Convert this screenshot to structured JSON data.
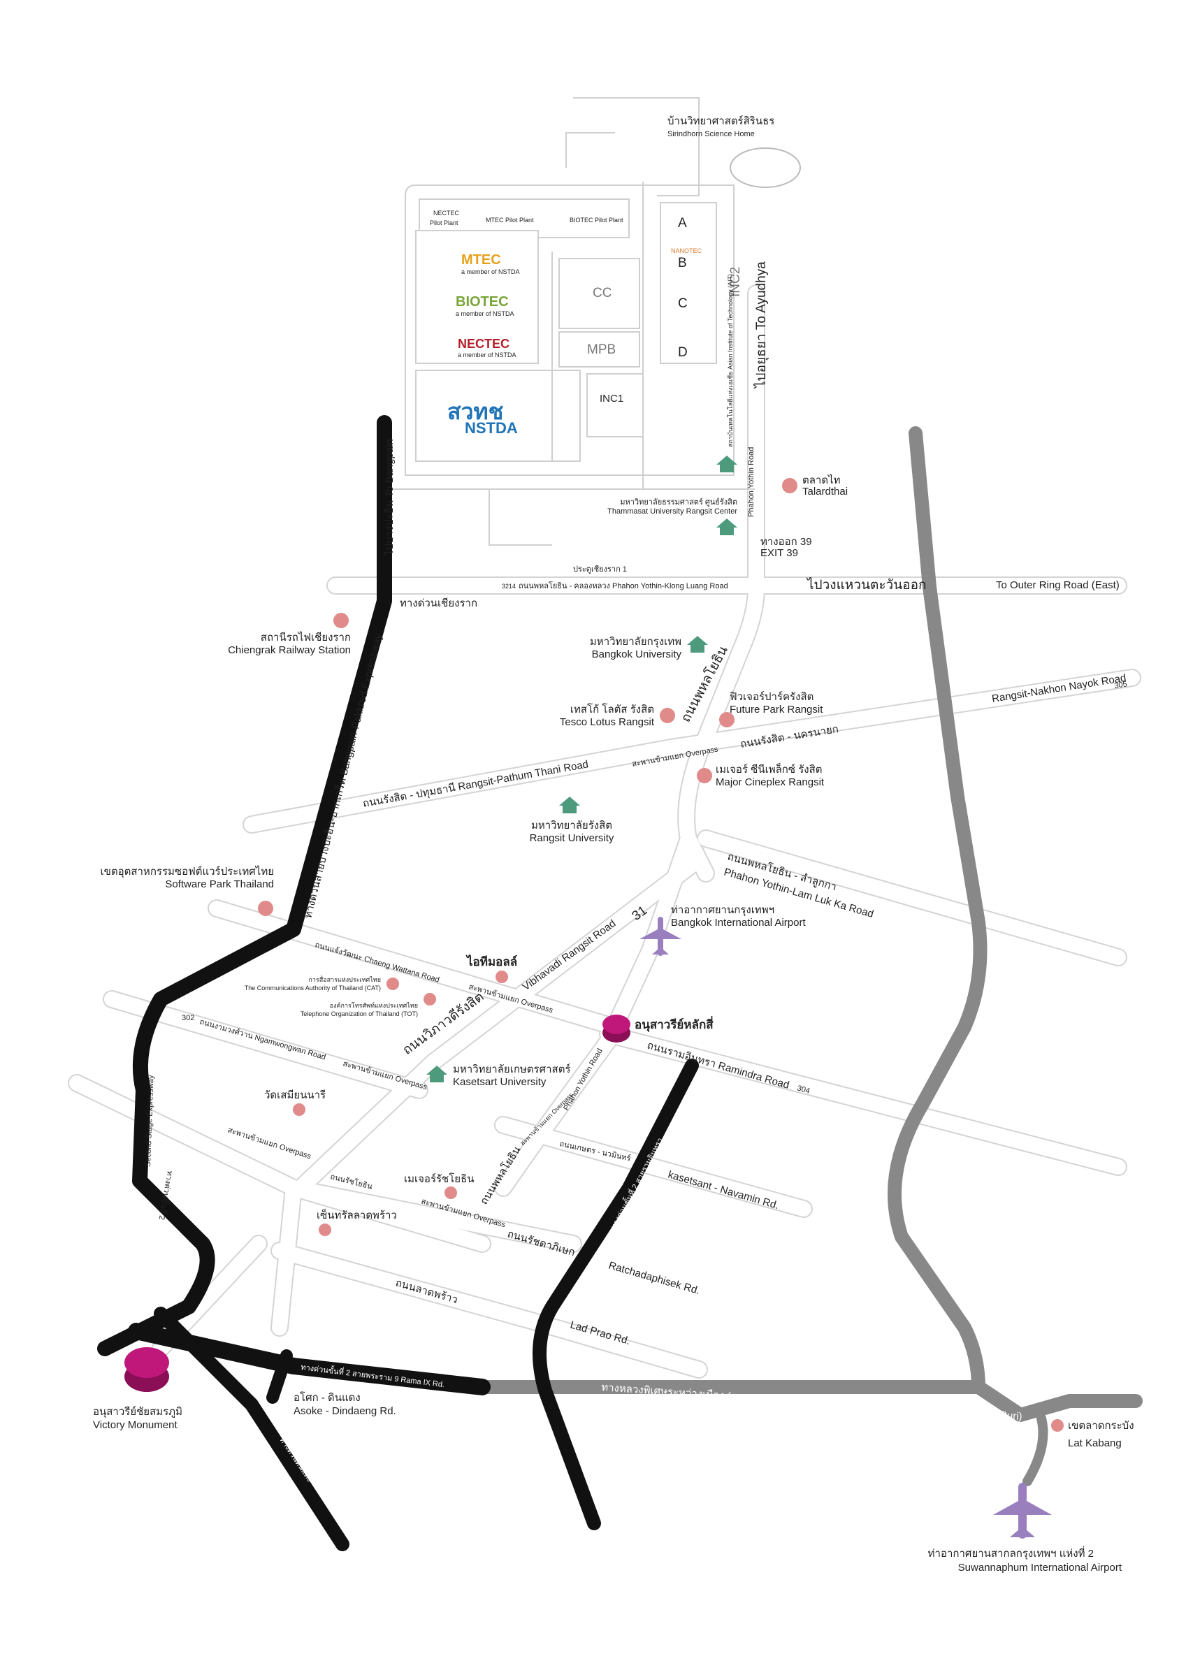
{
  "colors": {
    "expressway": "#111111",
    "motorway": "#888888",
    "minor_road": "#e9e9e9",
    "poi_dot": "#e08a8a",
    "university_icon": "#4e9a7c",
    "airport_icon": "#9a7fbf",
    "monument": "#c0177a",
    "mtec": "#e6a21d",
    "biotec": "#7aa53a",
    "nectec": "#b3202a",
    "nstda": "#1f73b7",
    "nanotec": "#e07a2a"
  },
  "campus": {
    "sirindhorn_th": "บ้านวิทยาศาสตร์สิรินธร",
    "sirindhorn_en": "Sirindhorn Science Home",
    "nectec_pilot_1": "NECTEC",
    "nectec_pilot_2": "Pilot Plant",
    "mtec_pilot": "MTEC Pilot Plant",
    "biotec_pilot": "BIOTEC Pilot Plant",
    "mtec_logo": "MTEC",
    "mtec_sub": "a member of NSTDA",
    "biotec_logo": "BIOTEC",
    "biotec_sub": "a member of NSTDA",
    "nectec_logo": "NECTEC",
    "nectec_sub": "a member of NSTDA",
    "nstda_th": "สวทช",
    "nstda_en": "NSTDA",
    "bldg_a": "A",
    "bldg_b": "B",
    "bldg_c": "C",
    "bldg_d": "D",
    "nanotec": "NANOTEC",
    "cc": "CC",
    "mpb": "MPB",
    "inc1": "INC1",
    "inc2": "INC2",
    "gate": "ประตูเชียงราก 1"
  },
  "roads": {
    "to_ayudhya": "ไปอยุธยา To Ayudhya",
    "phahon_yothin_vertical": "Phahon Yothin Road",
    "exit39_th": "ทางออก 39",
    "exit39_en": "EXIT 39",
    "road_3214_num": "3214",
    "road_3214": "ถนนพหลโยธิน - คลองหลวง Phahon Yothin-Klong Luang Road",
    "to_outer_ring_th": "ไปวงแหวนตะวันออก",
    "to_outer_ring_en": "To Outer Ring Road (East)",
    "to_bangpain": "ไปบางปะอิน To Bangpain",
    "expressway_chiengrak": "ทางด่วนเชียงราก",
    "bangpain_expressway": "ทางด่วนสายบางปะอิน-ปากเกร็ด Bangpain-Pakkred Expressway",
    "phahon_yothin_th": "ถนนพหลโยธิน",
    "rangsit_nakhon_nayok": "Rangsit-Nakhon Nayok Road",
    "road_305": "305",
    "rangsit_nakhon_nayok_th": "ถนนรังสิต - นครนายก",
    "overpass_1": "สะพานข้ามแยก Overpass",
    "rangsit_pathum_thani": "ถนนรังสิต - ปทุมธานี Rangsit-Pathum Thani Road",
    "lam_luk_ka_th": "ถนนพหลโยธิน - ลำลูกกา",
    "lam_luk_ka_en": "Phahon Yothin-Lam Luk Ka Road",
    "vibhavadi": "Vibhavadi Rangsit Road",
    "vibhavadi_num": "31",
    "chaeng_wattana": "ถนนแจ้งวัฒนะ Chaeng Wattana Road",
    "overpass_2": "สะพานข้ามแยก Overpass",
    "road_302": "302",
    "ngamwongwan": "ถนนงามวงศ์วาน Ngamwongwan Road",
    "overpass_3": "สะพานข้ามแยก Overpass",
    "vibhavadi_th": "ถนนวิภาวดีรังสิต",
    "ramindra": "ถนนรามอินทรา Ramindra Road",
    "road_304": "304",
    "phahon_yothin_lower": "Phahon Yothin Road",
    "overpass_4": "สะพานข้ามแยก Overpass",
    "phahon_yothin_th_lower": "ถนนพหลโยธิน",
    "kaset_nawamin_th": "ถนนเกษตร - นวมินทร์",
    "kaset_nawamin_en": "kasetsant - Navamin Rd.",
    "overpass_5": "สะพานข้ามแยก Overpass",
    "ratchayothin": "ถนนรัชโยธิน",
    "overpass_6": "สะพานข้ามแยก Overpass",
    "ratchadaphisek_th": "ถนนรัชดาภิเษก",
    "ratchadaphisek_en": "Ratchadaphisek Rd.",
    "lad_prao_th": "ถนนลาดพร้าว",
    "lad_prao_en": "Lad Prao Rd.",
    "second_stage": "Second Stage Expressway",
    "second_stage_th": "ทางด่วนขั้นที่ 2",
    "rama9_expressway": "ทางด่วนขั้นที่ 2 สายพระราม 9 Rama IX Rd.",
    "ramindra_expressway": "ทางด่วนขั้นที่ 2 สายรามอินทรา",
    "motorway": "ทางหลวงพิเศษระหว่างเมือง (กรุงเทพ - ชลบุรี สายใหม่) Motorway (New Bangkok - Chon Buri)",
    "asoke_th": "อโศก - ดินแดง",
    "asoke_en": "Asoke - Dindaeng Rd.",
    "din_daeng": "ทางด่วนดินแดง"
  },
  "places": {
    "ait": "สถาบันเทคโนโลยีแห่งเอเชีย Asian Institute of Technology (AIT)",
    "talardthai_th": "ตลาดไท",
    "talardthai_en": "Talardthai",
    "thammasat_th": "มหาวิทยาลัยธรรมศาสตร์ ศูนย์รังสิต",
    "thammasat_en": "Thammasat University Rangsit Center",
    "chiengrak_th": "สถานีรถไฟเชียงราก",
    "chiengrak_en": "Chiengrak Railway Station",
    "bangkok_u_th": "มหาวิทยาลัยกรุงเทพ",
    "bangkok_u_en": "Bangkok University",
    "future_park_th": "ฟิวเจอร์ปาร์ครังสิต",
    "future_park_en": "Future Park Rangsit",
    "tesco_th": "เทสโก้ โลตัส รังสิต",
    "tesco_en": "Tesco Lotus Rangsit",
    "major_th": "เมเจอร์ ซีนีเพล็กซ์ รังสิต",
    "major_en": "Major Cineplex Rangsit",
    "rangsit_u_th": "มหาวิทยาลัยรังสิต",
    "rangsit_u_en": "Rangsit University",
    "software_park_th": "เขตอุตสาหกรรมซอฟต์แวร์ประเทศไทย",
    "software_park_en": "Software Park Thailand",
    "don_mueang_th": "ท่าอากาศยานกรุงเทพฯ",
    "don_mueang_en": "Bangkok International Airport",
    "it_mall": "ไอทีมอลล์",
    "cat_th": "การสื่อสารแห่งประเทศไทย",
    "cat_en": "The Communications Authority of Thailand (CAT)",
    "tot_th": "องค์การโทรศัพท์แห่งประเทศไทย",
    "tot_en": "Telephone Organization of Thailand (TOT)",
    "lak_si": "อนุสาวรีย์หลักสี่",
    "kasetsart_th": "มหาวิทยาลัยเกษตรศาสตร์",
    "kasetsart_en": "Kasetsart University",
    "wat_samian": "วัดเสมียนนารี",
    "major_ratchayothin": "เมเจอร์รัชโยธิน",
    "central_ladprao": "เซ็นทรัลลาดพร้าว",
    "victory_th": "อนุสาวรีย์ชัยสมรภูมิ",
    "victory_en": "Victory Monument",
    "lat_kabang_th": "เขตลาดกระบัง",
    "lat_kabang_en": "Lat Kabang",
    "suvarnabhumi_th": "ท่าอากาศยานสากลกรุงเทพฯ แห่งที่ 2",
    "suvarnabhumi_en": "Suwannaphum International Airport"
  }
}
